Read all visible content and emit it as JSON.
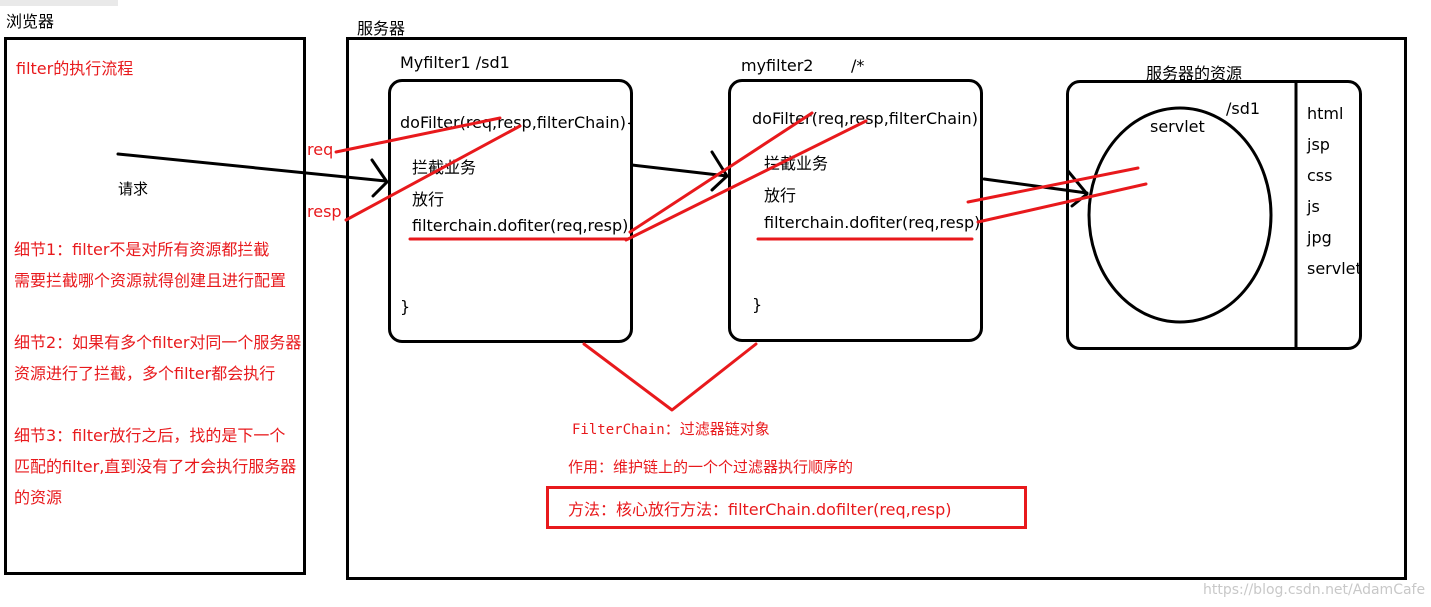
{
  "browser": {
    "title": "浏览器",
    "heading": "filter的执行流程",
    "request_label": "请求",
    "details": [
      [
        "细节1：filter不是对所有资源都拦截",
        "需要拦截哪个资源就得创建且进行配置"
      ],
      [
        "细节2：如果有多个filter对同一个服务器",
        "资源进行了拦截，多个filter都会执行"
      ],
      [
        "细节3：filter放行之后，找的是下一个",
        "匹配的filter,直到没有了才会执行服务器",
        "的资源"
      ]
    ]
  },
  "server": {
    "title": "服务器",
    "filter1": {
      "title": "Myfilter1   /sd1",
      "signature": "doFilter(req,resp,filterChain){",
      "intercept": "拦截业务",
      "pass": "放行",
      "chain_call": "filterchain.dofiter(req,resp)",
      "close": "}"
    },
    "filter2": {
      "title": "myfilter2",
      "pattern": "/*",
      "signature": "doFilter(req,resp,filterChain){",
      "intercept": "拦截业务",
      "pass": "放行",
      "chain_call": "filterchain.dofiter(req,resp)",
      "close": "}"
    },
    "resources": {
      "title": "服务器的资源",
      "servlet_path": "/sd1",
      "servlet_label": "servlet",
      "types": [
        "html",
        "jsp",
        "css",
        "js",
        "jpg",
        "servlet"
      ]
    },
    "req_label": "req",
    "resp_label": "resp",
    "filterchain": {
      "name": "FilterChain",
      "name_suffix": "：过滤器链对象",
      "purpose": "作用：维护链上的一个个过滤器执行顺序的",
      "method": "方法：核心放行方法：filterChain.dofilter(req,resp)"
    }
  },
  "watermark": "https://blog.csdn.net/AdamCafe",
  "colors": {
    "annotation": "#e8191c",
    "outline": "#000000",
    "watermark": "#c8c8c8"
  }
}
